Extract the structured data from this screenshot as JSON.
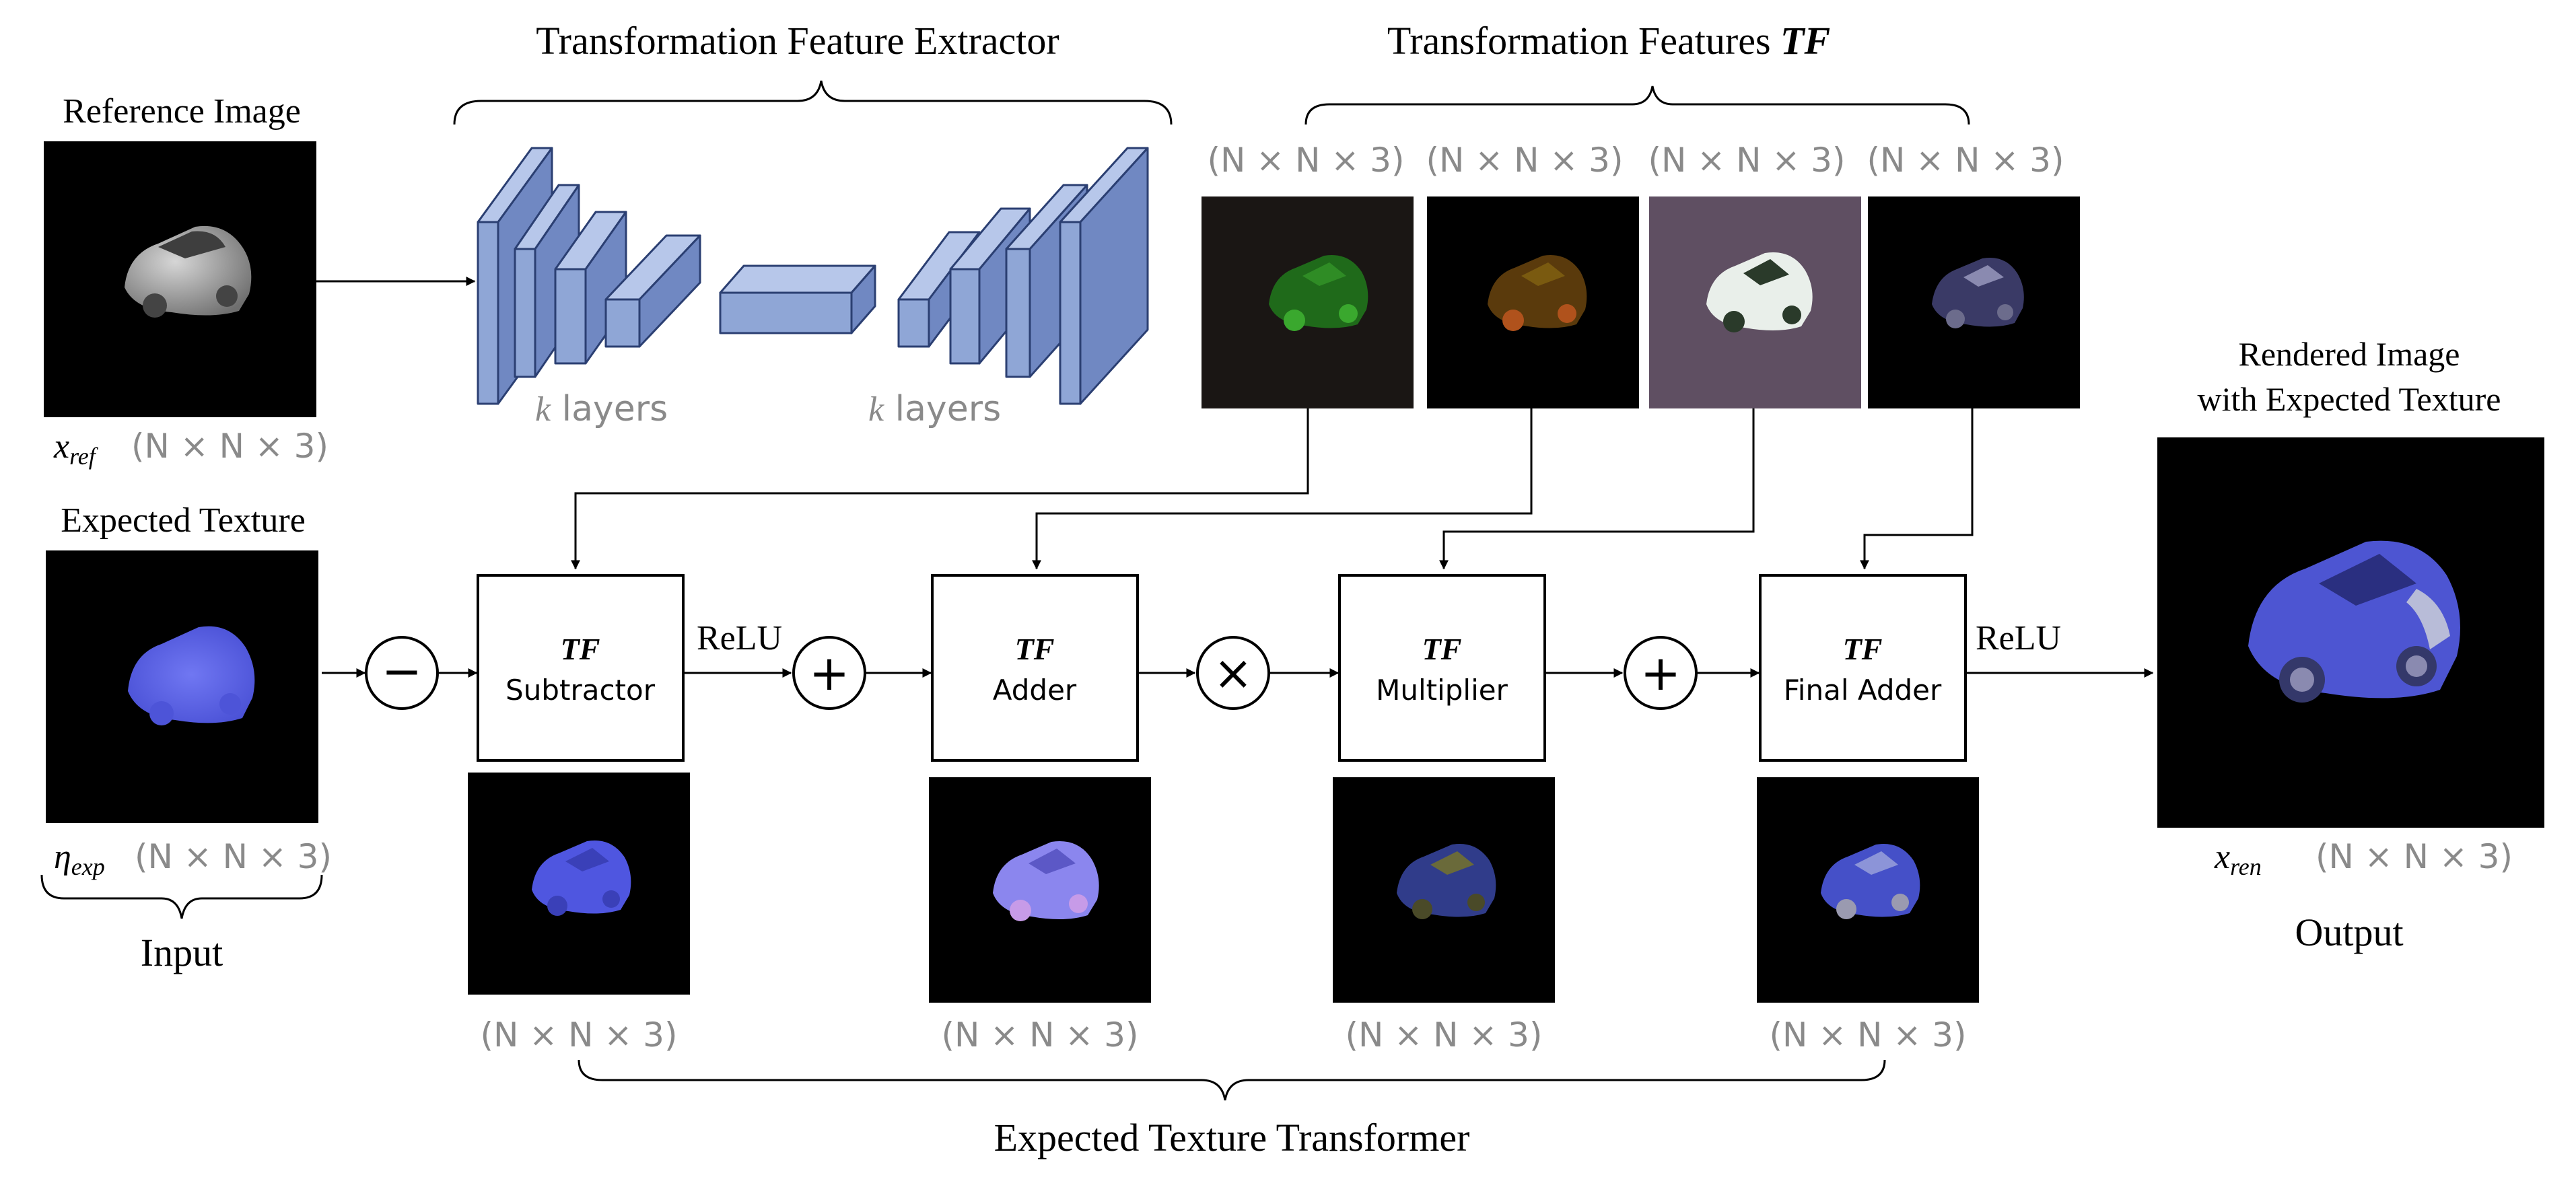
{
  "titles": {
    "extractor": "Transformation Feature Extractor",
    "features_prefix": "Transformation Features ",
    "features_tf": "TF",
    "transformer": "Expected Texture Transformer"
  },
  "inputs": {
    "reference_label": "Reference Image",
    "reference_var": "x",
    "reference_sub": "ref",
    "expected_label": "Expected Texture",
    "expected_var": "η",
    "expected_sub": "exp",
    "group_label": "Input"
  },
  "shape": "(N × N × 3)",
  "extractor": {
    "layers_var": "k",
    "layers_text": " layers"
  },
  "operators": {
    "minus": "−",
    "plus": "+",
    "times": "×"
  },
  "activation": "ReLU",
  "blocks": [
    {
      "tf": "TF",
      "name": "Subtractor"
    },
    {
      "tf": "TF",
      "name": "Adder"
    },
    {
      "tf": "TF",
      "name": "Multiplier"
    },
    {
      "tf": "TF",
      "name": "Final Adder"
    }
  ],
  "output": {
    "label_line1": "Rendered Image",
    "label_line2": "with Expected Texture",
    "var": "x",
    "sub": "ren",
    "group_label": "Output"
  },
  "colors": {
    "layer_front": "#8fa6d6",
    "layer_top": "#b7c7ea",
    "layer_side": "#7088c2",
    "layer_stroke": "#2b3f72",
    "shape_text": "#8a8a8a",
    "car_blue": "#5b63e8",
    "car_gray": "#a5a5a5",
    "tf_green_bg": "#1a1614",
    "tf_purple_bg": "#5f4f62"
  }
}
